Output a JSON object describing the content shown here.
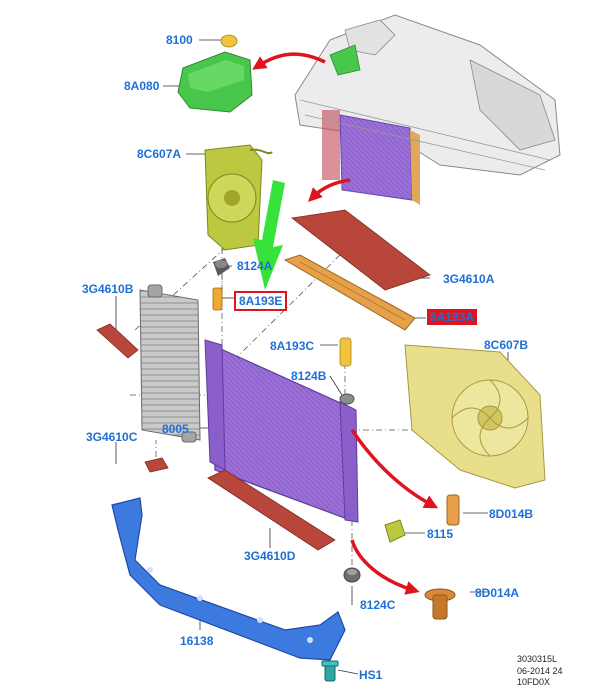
{
  "colors": {
    "label": "#1f6fd6",
    "highlight_red": "#e0141e",
    "pointer_green": "#37e33a",
    "arrow_red": "#e0141e",
    "radiator": "#9a6fd6",
    "intercooler": "#b9b9b9",
    "fan_shroud": "#e8de8c",
    "small_fan": "#bcc840",
    "reservoir": "#49c64c",
    "seal": "#b8463a",
    "support": "#3c7ae0"
  },
  "labels": {
    "l8100": "8100",
    "l8A080": "8A080",
    "l8C607A": "8C607A",
    "l8124A": "8124A",
    "l3G4610B": "3G4610B",
    "l8A193E": "8A193E",
    "l3G4610A": "3G4610A",
    "l8A193A": "8A193A",
    "l8C607B": "8C607B",
    "l8A193C": "8A193C",
    "l8124B": "8124B",
    "l8005": "8005",
    "l3G4610C": "3G4610C",
    "l8D014B": "8D014B",
    "l8115": "8115",
    "l3G4610D": "3G4610D",
    "l8124C": "8124C",
    "l8D014A": "8D014A",
    "l16138": "16138",
    "lHS1": "HS1"
  },
  "stamp": {
    "line1": "3030315L",
    "line2": "06-2014 24",
    "line3": "10FD0X"
  },
  "icons": {
    "pointer": "green-down-arrow",
    "flow": "red-curved-arrow"
  }
}
